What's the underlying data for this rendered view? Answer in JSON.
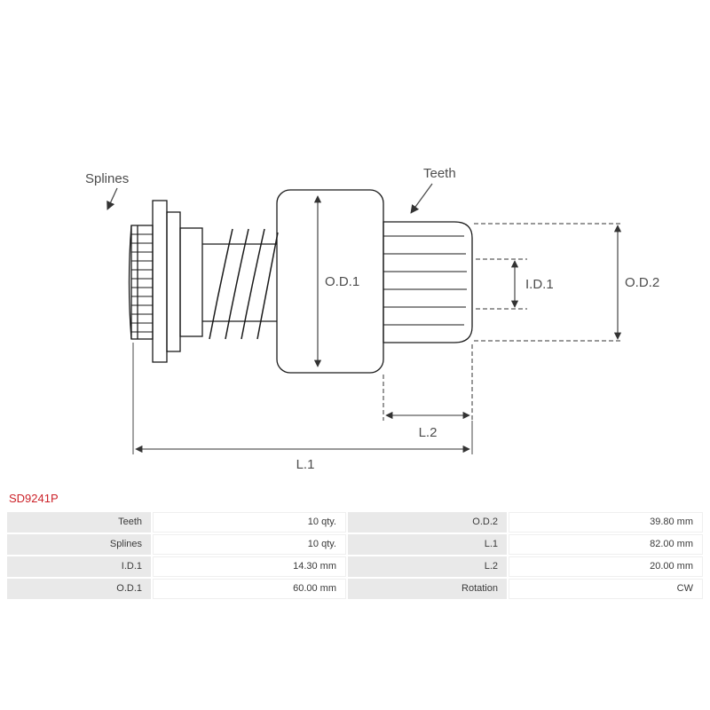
{
  "part_number": "SD9241P",
  "diagram": {
    "labels": {
      "splines": "Splines",
      "teeth": "Teeth",
      "od1": "O.D.1",
      "id1": "I.D.1",
      "od2": "O.D.2",
      "l2": "L.2",
      "l1": "L.1"
    }
  },
  "table": {
    "rows": [
      {
        "label1": "Teeth",
        "value1": "10 qty.",
        "label2": "O.D.2",
        "value2": "39.80 mm"
      },
      {
        "label1": "Splines",
        "value1": "10 qty.",
        "label2": "L.1",
        "value2": "82.00 mm"
      },
      {
        "label1": "I.D.1",
        "value1": "14.30 mm",
        "label2": "L.2",
        "value2": "20.00 mm"
      },
      {
        "label1": "O.D.1",
        "value1": "60.00 mm",
        "label2": "Rotation",
        "value2": "CW"
      }
    ]
  },
  "colors": {
    "part_number_red": "#cc2229",
    "table_label_bg": "#e9e9e9",
    "drawing_line": "#1a1a1a",
    "dimension_line": "#333333",
    "label_text": "#4d4d4d"
  }
}
